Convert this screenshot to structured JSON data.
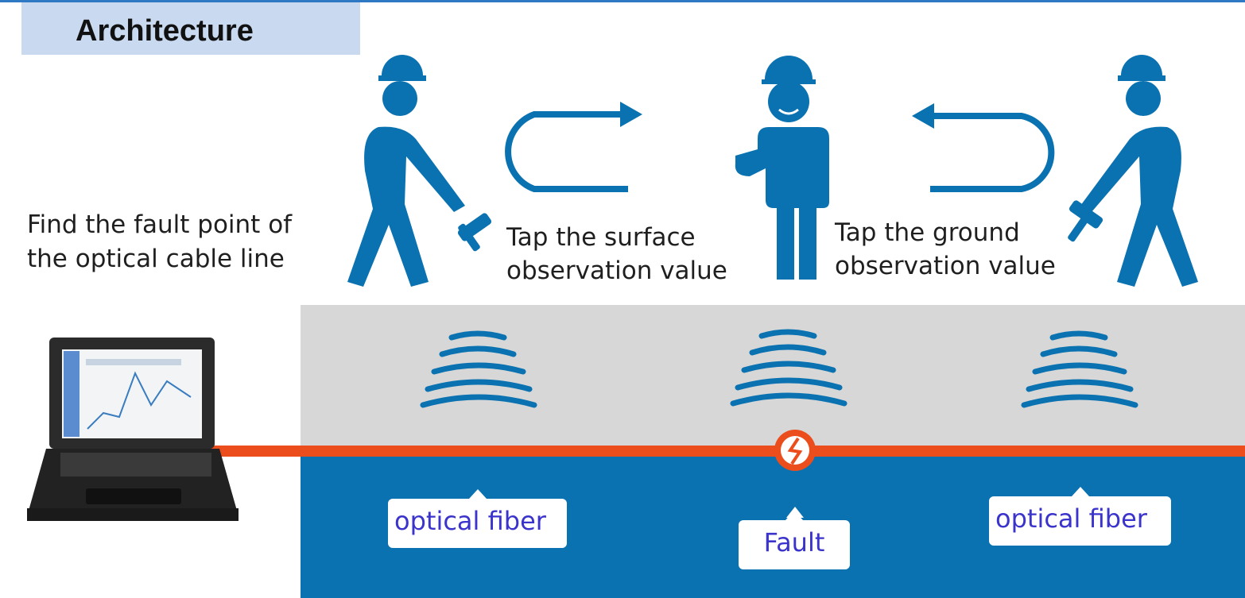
{
  "header": {
    "title": "Architecture"
  },
  "intro_text": "Find the fault point of the optical cable line",
  "captions": {
    "left": "Tap the surface\nobservation value",
    "right": "Tap the ground\nobservation value"
  },
  "labels": {
    "fiber_left": "optical fiber",
    "fault": "Fault",
    "fiber_right": "optical fiber"
  },
  "colors": {
    "accent_blue": "#0a72b0",
    "cable_orange": "#ec4d1c",
    "ground_gray": "#d7d7d7",
    "title_bg": "#c9daf0",
    "label_text": "#3a33cc"
  },
  "icons": [
    "worker-with-hammer-icon",
    "supervisor-icon",
    "u-turn-arrow-icon",
    "sound-wave-icon",
    "fault-break-icon",
    "rugged-laptop-icon"
  ]
}
